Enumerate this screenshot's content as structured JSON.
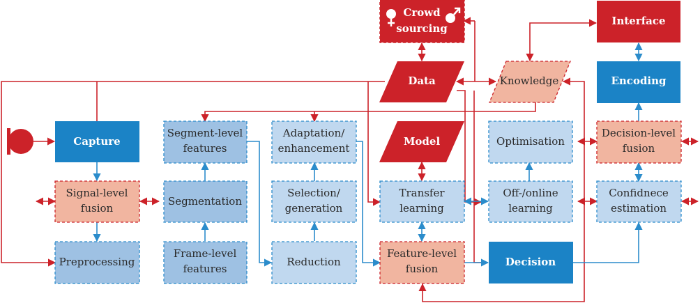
{
  "colors": {
    "red": "#cc2229",
    "blue": "#1b83c6",
    "light_blue": "#c0d8ef",
    "mid_blue": "#9ec1e3",
    "pink": "#f1b5a0",
    "line_blue": "#2b8ccb",
    "line_red": "#cc2229"
  },
  "nodes": {
    "crowd": [
      "Crowd",
      "sourcing"
    ],
    "interface": [
      "Interface"
    ],
    "data": [
      "Data"
    ],
    "knowledge": [
      "Knowledge"
    ],
    "encoding": [
      "Encoding"
    ],
    "capture": [
      "Capture"
    ],
    "segment_level": [
      "Segment-level",
      "features"
    ],
    "adaptation": [
      "Adaptation/",
      "enhancement"
    ],
    "model": [
      "Model"
    ],
    "optimisation": [
      "Optimisation"
    ],
    "decision_level": [
      "Decision-level",
      "fusion"
    ],
    "signal_level": [
      "Signal-level",
      "fusion"
    ],
    "segmentation": [
      "Segmentation"
    ],
    "selection": [
      "Selection/",
      "generation"
    ],
    "transfer": [
      "Transfer",
      "learning"
    ],
    "online": [
      "Off-/online",
      "learning"
    ],
    "confidence": [
      "Confidnece",
      "estimation"
    ],
    "preprocessing": [
      "Preprocessing"
    ],
    "frame_level": [
      "Frame-level",
      "features"
    ],
    "reduction": [
      "Reduction"
    ],
    "feature_level": [
      "Feature-level",
      "fusion"
    ],
    "decision": [
      "Decision"
    ]
  },
  "icons": {
    "microphone": "microphone-icon",
    "female": "female-symbol-icon",
    "male": "male-symbol-icon"
  }
}
